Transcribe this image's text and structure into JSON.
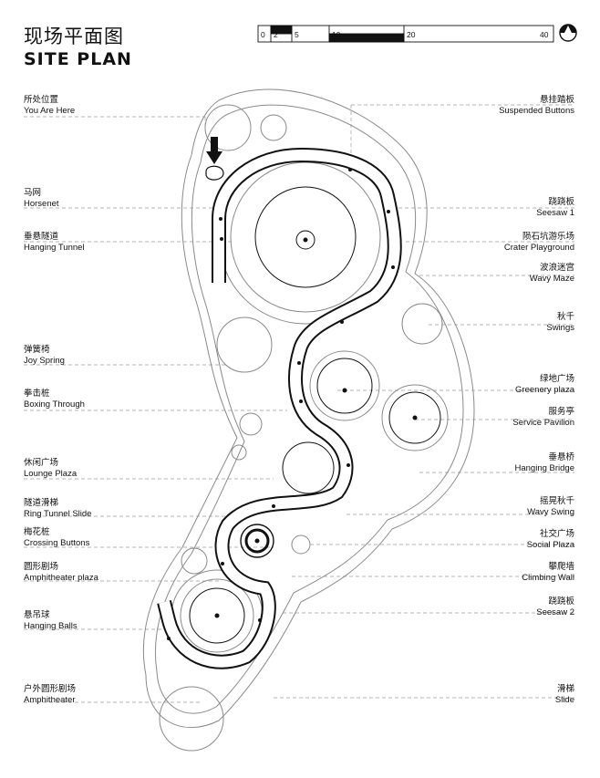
{
  "title": {
    "cn": "现场平面图",
    "en": "SITE PLAN"
  },
  "scale_bar": {
    "ticks": [
      "0",
      "2",
      "5",
      "10",
      "20",
      "40"
    ]
  },
  "labels_left": [
    {
      "cn": "所处位置",
      "en": "You Are Here"
    },
    {
      "cn": "马网",
      "en": "Horsenet"
    },
    {
      "cn": "垂悬隧道",
      "en": "Hanging Tunnel"
    },
    {
      "cn": "弹簧椅",
      "en": "Joy Spring"
    },
    {
      "cn": "拳击桩",
      "en": "Boxing Through"
    },
    {
      "cn": "休闲广场",
      "en": "Lounge Plaza"
    },
    {
      "cn": "隧道滑梯",
      "en": "Ring Tunnel Slide"
    },
    {
      "cn": "梅花桩",
      "en": "Crossing Buttons"
    },
    {
      "cn": "圆形剧场",
      "en": "Amphitheater plaza"
    },
    {
      "cn": "悬吊球",
      "en": "Hanging Balls"
    },
    {
      "cn": "户外圆形剧场",
      "en": "Amphitheater"
    }
  ],
  "labels_right": [
    {
      "cn": "悬挂踏板",
      "en": "Suspended Buttons"
    },
    {
      "cn": "跷跷板",
      "en": "Seesaw 1"
    },
    {
      "cn": "陨石坑游乐场",
      "en": "Crater Playground"
    },
    {
      "cn": "波浪迷宫",
      "en": "Wavy Maze"
    },
    {
      "cn": "秋千",
      "en": "Swings"
    },
    {
      "cn": "绿地广场",
      "en": "Greenery plaza"
    },
    {
      "cn": "服务亭",
      "en": "Service Pavilion"
    },
    {
      "cn": "垂悬桥",
      "en": "Hanging Bridge"
    },
    {
      "cn": "摇晃秋千",
      "en": "Wavy Swing"
    },
    {
      "cn": "社交广场",
      "en": "Social Plaza"
    },
    {
      "cn": "攀爬墙",
      "en": "Climbing Wall"
    },
    {
      "cn": "跷跷板",
      "en": "Seesaw 2"
    },
    {
      "cn": "滑梯",
      "en": "Slide"
    }
  ],
  "colors": {
    "ink": "#111111",
    "line": "#8a8a8a",
    "dash": "#9a9a9a"
  },
  "icons": {
    "north": "north-arrow-icon",
    "you_are_here": "down-arrow-icon"
  }
}
